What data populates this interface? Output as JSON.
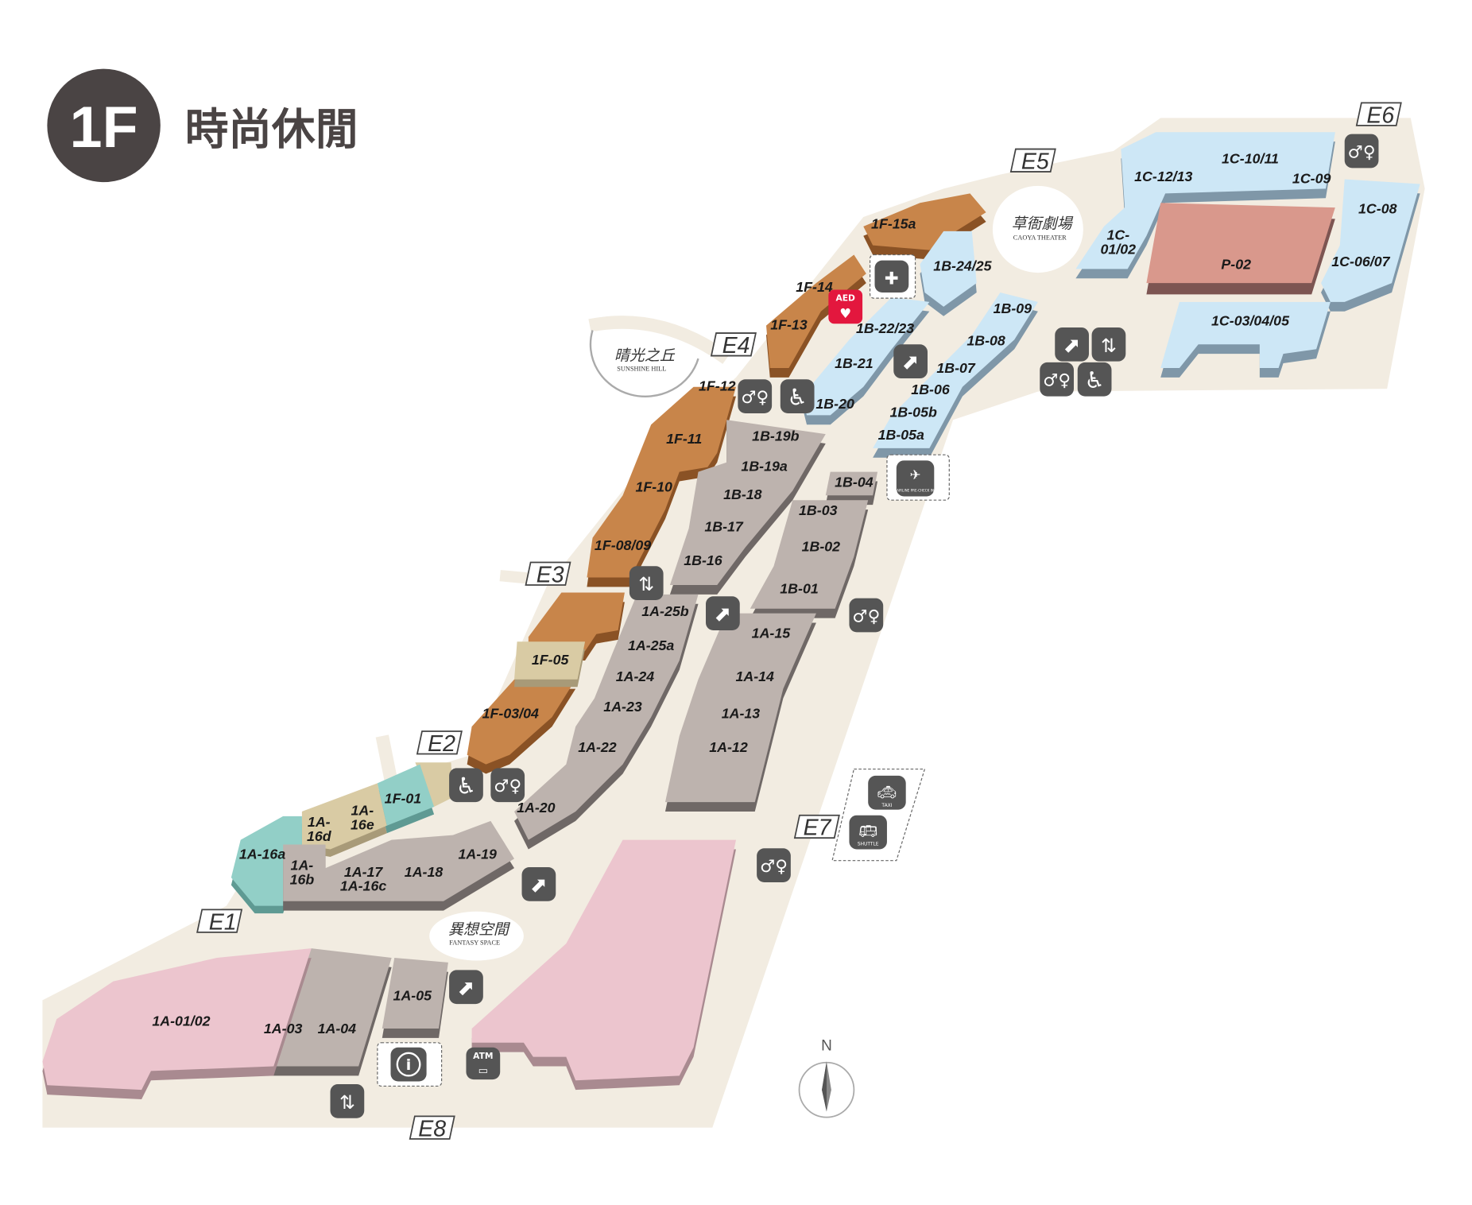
{
  "title": {
    "floor": "1F",
    "name": "時尚休閒"
  },
  "units": [
    "1F-15a",
    "1F-14",
    "1F-13",
    "1F-12",
    "1F-11",
    "1F-10",
    "1F-08/09",
    "1F-05",
    "1F-03/04",
    "1F-01",
    "1B-24/25",
    "1B-22/23",
    "1B-21",
    "1B-20",
    "1B-09",
    "1B-08",
    "1B-07",
    "1B-06",
    "1B-05b",
    "1B-05a",
    "1B-19b",
    "1B-19a",
    "1B-18",
    "1B-17",
    "1B-16",
    "1B-04",
    "1B-03",
    "1B-02",
    "1B-01",
    "1C-10/11",
    "1C-12/13",
    "1C-09",
    "1C-08",
    [
      "1C-",
      "01/02"
    ],
    "1C-06/07",
    "1C-03/04/05",
    "P-02",
    "1A-25b",
    "1A-25a",
    "1A-24",
    "1A-23",
    "1A-22",
    "1A-20",
    "1A-15",
    "1A-14",
    "1A-13",
    "1A-12",
    "1A-16a",
    [
      "1A-",
      "16d"
    ],
    [
      "1A-",
      "16e"
    ],
    [
      "1A-",
      "16b"
    ],
    "1A-17",
    "1A-16c",
    "1A-18",
    "1A-19",
    "1A-01/02",
    "1A-03",
    "1A-04",
    "1A-05"
  ],
  "entrances": [
    "E1",
    "E2",
    "E3",
    "E4",
    "E5",
    "E6",
    "E7",
    "E8"
  ],
  "landmarks": {
    "theater": {
      "zh": "草衙劇場",
      "en": "CAOYA THEATER"
    },
    "hill": {
      "zh": "晴光之丘",
      "en": "SUNSHINE HILL"
    },
    "fantasy": {
      "zh": "異想空間",
      "en": "FANTASY SPACE"
    }
  },
  "icons": {
    "aed": "AED",
    "taxi": "TAXI",
    "shuttle": "SHUTTLE",
    "atm": "ATM",
    "airline": "AIRLINE PRE-CHECK IN",
    "north": "N"
  },
  "colors": {
    "fashion": "#c8854a",
    "grey": "#bdb3ae",
    "blue": "#cde7f6",
    "pink": "#ecc5ce",
    "p02": "#d9988c",
    "teal": "#92cfc7",
    "tan": "#d9cba4",
    "floor": "#f2ece1"
  }
}
